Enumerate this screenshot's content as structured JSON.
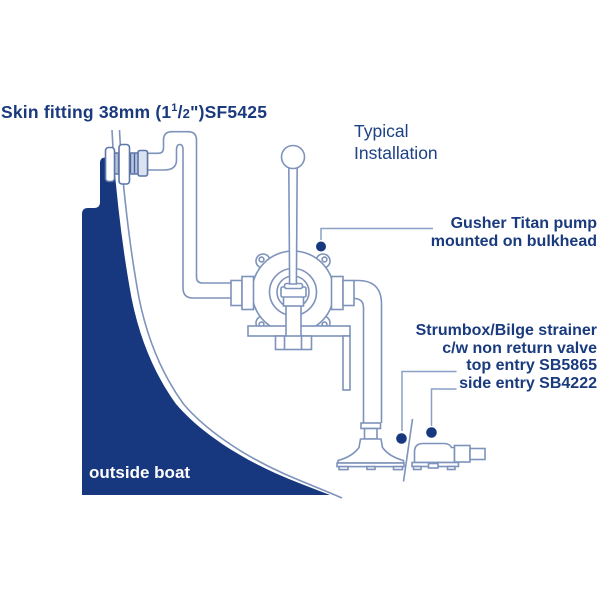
{
  "colors": {
    "navy_fill": "#17377e",
    "text_navy": "#1a3a7e",
    "typical_text": "#1d4186",
    "line_art": "#7e93bb",
    "line_dark": "#5c77a8",
    "leader_line": "#8aa0c6",
    "thread_fill": "#b7c4db",
    "thread_hatch": "#44609a",
    "collar_fill": "#dbe3f0",
    "background": "#ffffff",
    "outside_boat_text": "#ffffff"
  },
  "labels": {
    "skin_fitting": {
      "prefix": "Skin fitting 38mm (1",
      "sup": "1",
      "slash": "/",
      "sub": "2",
      "suffix": "\")SF5425"
    },
    "typical_installation": {
      "line1": "Typical",
      "line2": "Installation"
    },
    "gusher": {
      "line1": "Gusher Titan pump",
      "line2": "mounted on bulkhead"
    },
    "strumbox": {
      "line1": "Strumbox/Bilge strainer",
      "line2": "c/w non return valve",
      "line3": "top entry SB5865",
      "line4": "side entry SB4222"
    },
    "outside_boat": "outside boat"
  }
}
